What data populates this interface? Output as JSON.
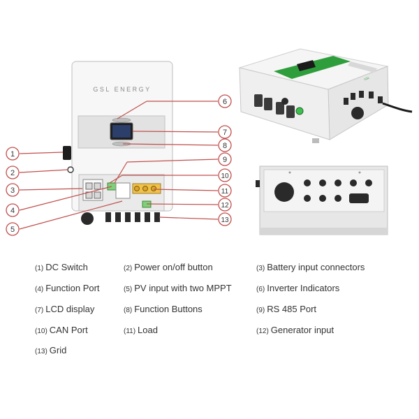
{
  "brand_text": "GSL ENERGY",
  "callout_numbers": [
    "1",
    "2",
    "3",
    "4",
    "5",
    "6",
    "7",
    "8",
    "9",
    "10",
    "11",
    "12",
    "13"
  ],
  "legend": [
    {
      "num": "(1)",
      "label": "DC Switch"
    },
    {
      "num": "(2)",
      "label": "Power on/off button"
    },
    {
      "num": "(3)",
      "label": "Battery input connectors"
    },
    {
      "num": "(4)",
      "label": "Function Port"
    },
    {
      "num": "(5)",
      "label": "PV input with two MPPT"
    },
    {
      "num": "(6)",
      "label": "Inverter Indicators"
    },
    {
      "num": "(7)",
      "label": "LCD display"
    },
    {
      "num": "(8)",
      "label": "Function Buttons"
    },
    {
      "num": "(9)",
      "label": "RS 485 Port"
    },
    {
      "num": "(10)",
      "label": "CAN Port"
    },
    {
      "num": "(11)",
      "label": "Load"
    },
    {
      "num": "(12)",
      "label": "Generator input"
    },
    {
      "num": "(13)",
      "label": "Grid"
    }
  ],
  "colors": {
    "callout_line": "#c0504d",
    "body_panel": "#ececec",
    "brand_green": "#2e9e3c",
    "connector": "#2a2a2a"
  }
}
